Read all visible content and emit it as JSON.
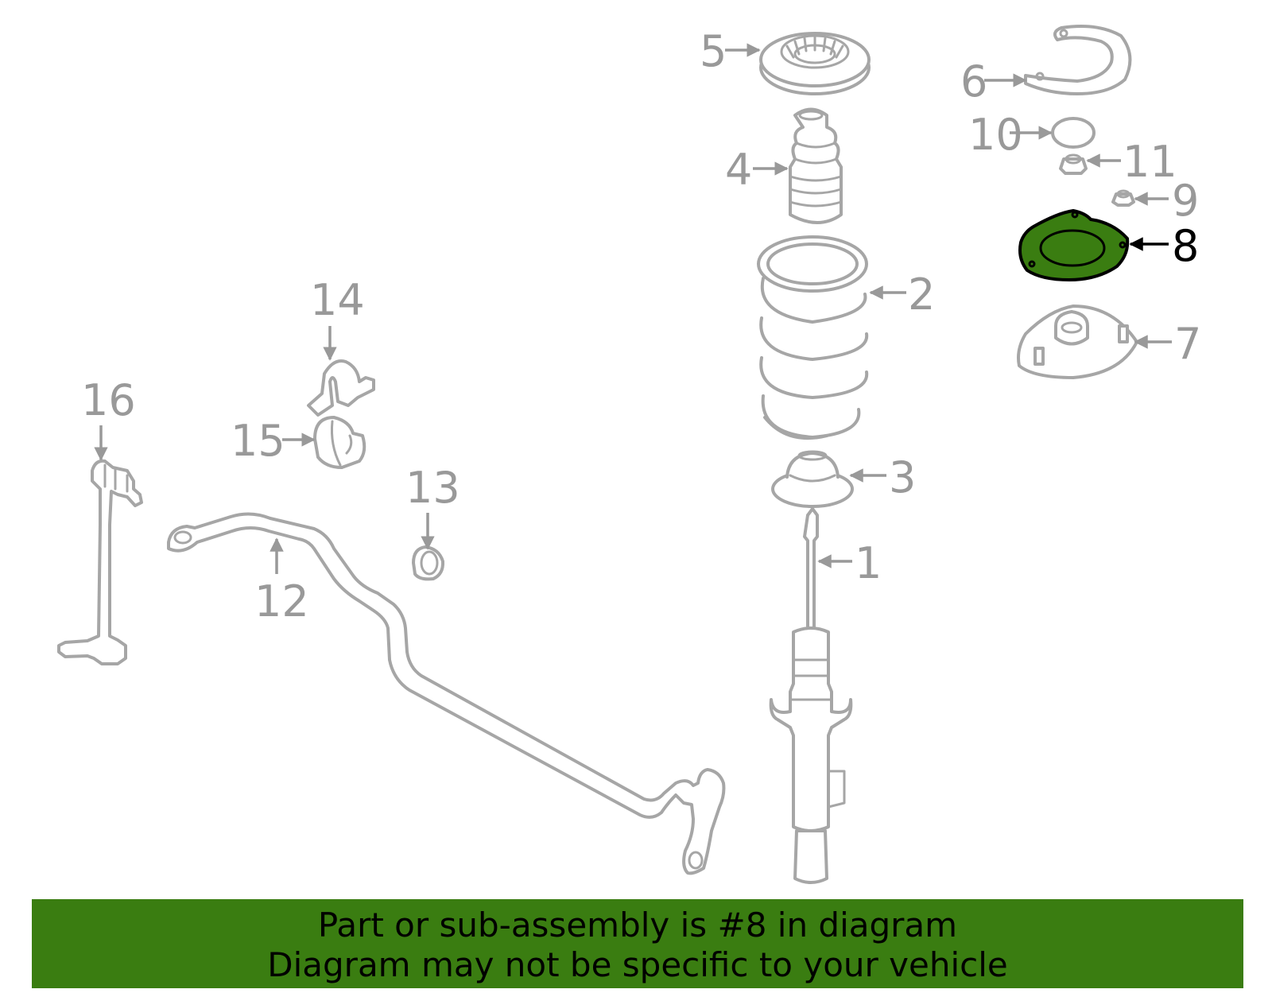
{
  "callouts": [
    {
      "id": "1",
      "label": "1"
    },
    {
      "id": "2",
      "label": "2"
    },
    {
      "id": "3",
      "label": "3"
    },
    {
      "id": "4",
      "label": "4"
    },
    {
      "id": "5",
      "label": "5"
    },
    {
      "id": "6",
      "label": "6"
    },
    {
      "id": "7",
      "label": "7"
    },
    {
      "id": "8",
      "label": "8"
    },
    {
      "id": "9",
      "label": "9"
    },
    {
      "id": "10",
      "label": "10"
    },
    {
      "id": "11",
      "label": "11"
    },
    {
      "id": "12",
      "label": "12"
    },
    {
      "id": "13",
      "label": "13"
    },
    {
      "id": "14",
      "label": "14"
    },
    {
      "id": "15",
      "label": "15"
    },
    {
      "id": "16",
      "label": "16"
    }
  ],
  "highlighted_part": "8",
  "colors": {
    "highlight": "#3a7d11",
    "parts": "#a6a6a6",
    "labels": "#999999"
  },
  "banner": {
    "line1": "Part or sub-assembly is #8 in diagram",
    "line2": "Diagram may not be specific to your vehicle"
  }
}
